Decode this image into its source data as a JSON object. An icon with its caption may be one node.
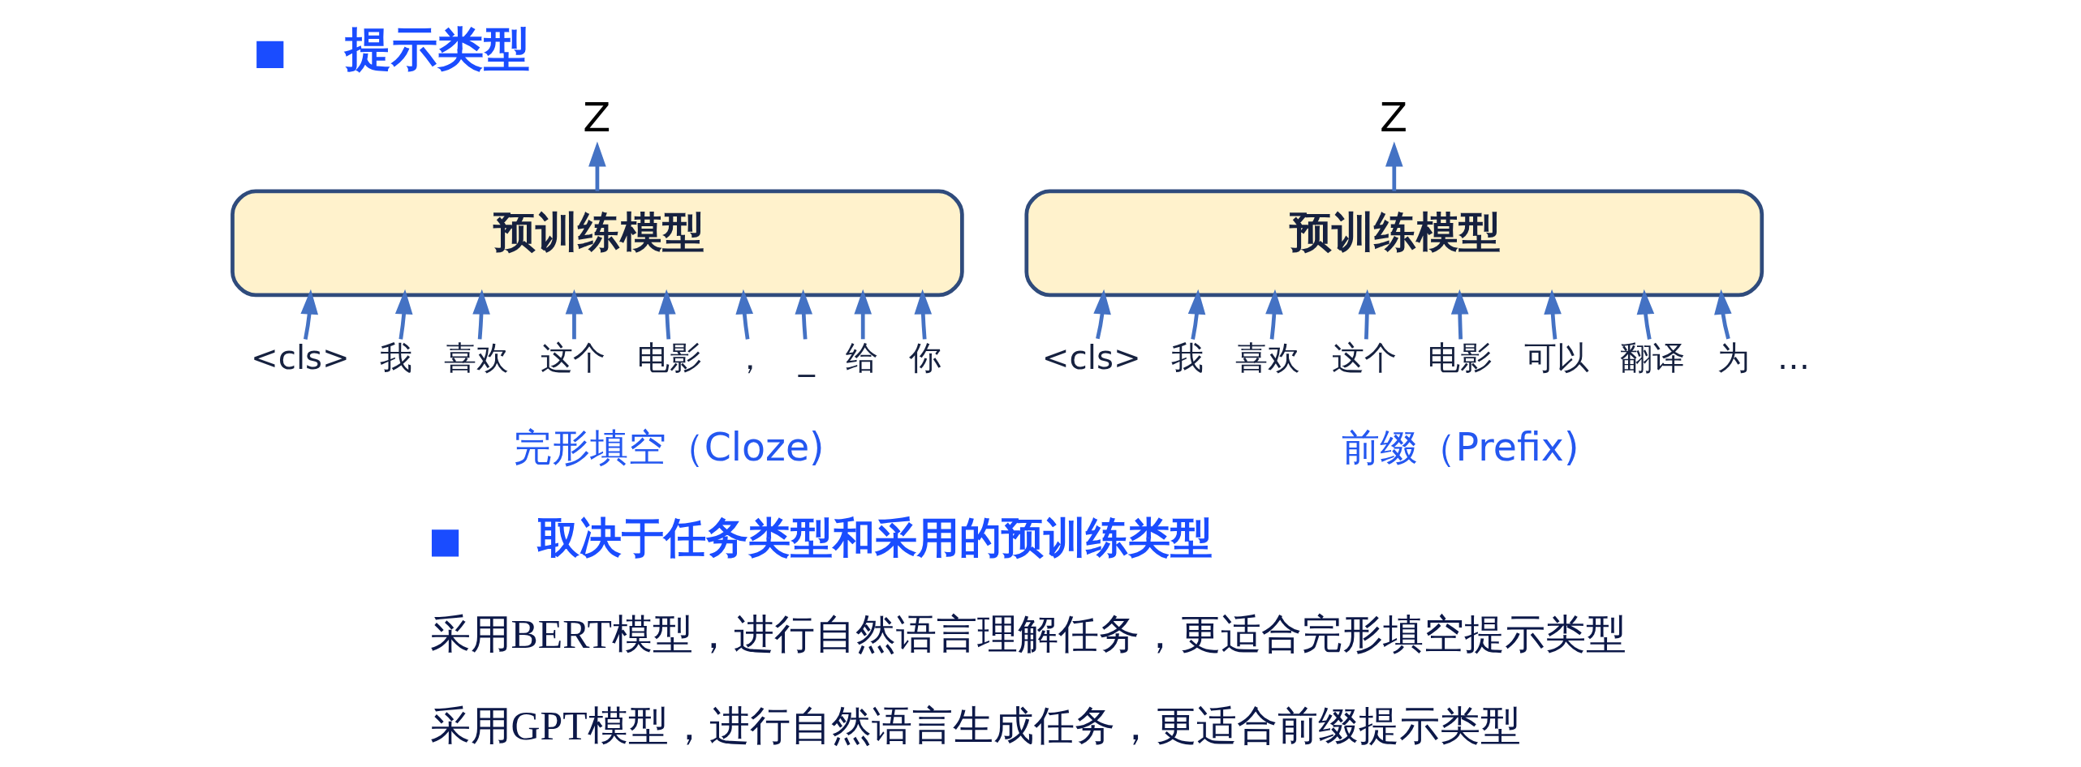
{
  "diagram": {
    "title": "提示类型",
    "nodes": [
      {
        "text": [
          "预训练模型"
        ]
      },
      {
        "text": [
          "Z"
        ]
      },
      {
        "text": [
          "<cls>"
        ]
      },
      {
        "text": [
          "我"
        ]
      },
      {
        "text": [
          "喜欢"
        ]
      },
      {
        "text": [
          "这个"
        ]
      },
      {
        "text": [
          "电影"
        ]
      },
      {
        "text": [
          "，"
        ]
      },
      {
        "text": [
          "_"
        ]
      },
      {
        "text": [
          "给"
        ]
      },
      {
        "text": [
          "你"
        ]
      },
      {
        "text": [
          "预训练模型"
        ]
      },
      {
        "text": [
          "Z"
        ]
      },
      {
        "text": [
          "<cls>"
        ]
      },
      {
        "text": [
          "我"
        ]
      },
      {
        "text": [
          "喜欢"
        ]
      },
      {
        "text": [
          "这个"
        ]
      },
      {
        "text": [
          "电影"
        ]
      },
      {
        "text": [
          "可以"
        ]
      },
      {
        "text": [
          "翻译"
        ]
      },
      {
        "text": [
          "为"
        ]
      }
    ],
    "edges": [
      {
        "from": 0,
        "to": 1,
        "arrow": "to"
      },
      {
        "from": 2,
        "to": 0,
        "arrow": "to"
      },
      {
        "from": 3,
        "to": 0,
        "arrow": "to"
      },
      {
        "from": 4,
        "to": 0,
        "arrow": "to"
      },
      {
        "from": 5,
        "to": 0,
        "arrow": "to"
      },
      {
        "from": 6,
        "to": 0,
        "arrow": "to"
      },
      {
        "from": 7,
        "to": 0,
        "arrow": "to"
      },
      {
        "from": 8,
        "to": 0,
        "arrow": "to"
      },
      {
        "from": 9,
        "to": 0,
        "arrow": "to"
      },
      {
        "from": 10,
        "to": 0,
        "arrow": "to"
      },
      {
        "from": 11,
        "to": 12,
        "arrow": "to"
      },
      {
        "from": 13,
        "to": 11,
        "arrow": "to"
      },
      {
        "from": 14,
        "to": 11,
        "arrow": "to"
      },
      {
        "from": 15,
        "to": 11,
        "arrow": "to"
      },
      {
        "from": 16,
        "to": 11,
        "arrow": "to"
      },
      {
        "from": 17,
        "to": 11,
        "arrow": "to"
      },
      {
        "from": 18,
        "to": 11,
        "arrow": "to"
      },
      {
        "from": 19,
        "to": 11,
        "arrow": "to"
      },
      {
        "from": 20,
        "to": 11,
        "arrow": "to"
      }
    ],
    "labels": [
      "…",
      "完形填空（Cloze)",
      "前缀（Prefix)",
      "取决于任务类型和采用的预训练类型",
      "采用BERT模型，进行自然语言理解任务，更适合完形填空提示类型",
      "采用GPT模型，进行自然语言生成任务，更适合前缀提示类型"
    ]
  }
}
